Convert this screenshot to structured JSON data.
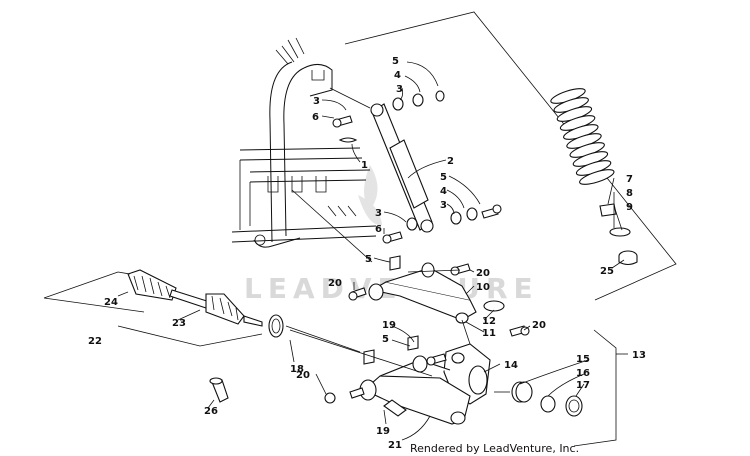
{
  "watermark": "LEADVENTURE",
  "footer": "Rendered by LeadVenture, Inc.",
  "callouts": [
    "1",
    "2",
    "3",
    "4",
    "5",
    "6",
    "7",
    "8",
    "9",
    "10",
    "11",
    "12",
    "13",
    "14",
    "15",
    "16",
    "17",
    "18",
    "19",
    "20",
    "21",
    "22",
    "23",
    "24",
    "25",
    "26"
  ],
  "labels": {
    "l5a": "5",
    "l4a": "4",
    "l3a": "3",
    "l3b": "3",
    "l6a": "6",
    "l1": "1",
    "l2": "2",
    "l5b": "5",
    "l4b": "4",
    "l3c": "3",
    "l3d": "3",
    "l6b": "6",
    "l5c": "5",
    "l20a": "20",
    "l20b": "20",
    "l10": "10",
    "l12": "12",
    "l11": "11",
    "l24": "24",
    "l23": "23",
    "l22": "22",
    "l18": "18",
    "l20c": "20",
    "l19a": "19",
    "l5d": "5",
    "l20d": "20",
    "l14": "14",
    "l13": "13",
    "l15": "15",
    "l16": "16",
    "l17": "17",
    "l26": "26",
    "l19b": "19",
    "l21": "21",
    "l7": "7",
    "l8": "8",
    "l9": "9",
    "l25": "25"
  }
}
